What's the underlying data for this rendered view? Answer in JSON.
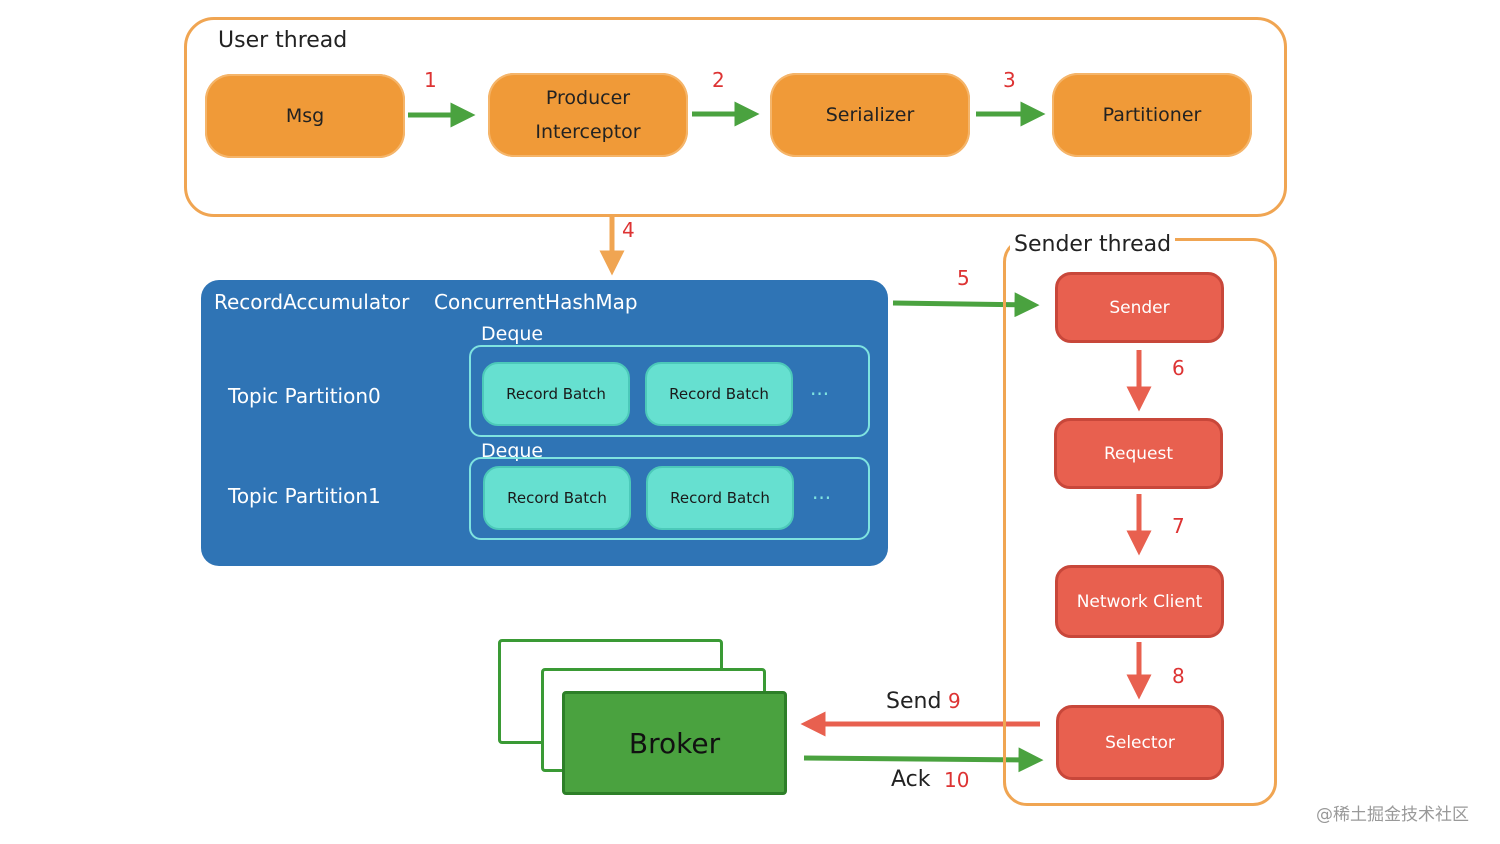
{
  "user_thread": {
    "title": "User thread",
    "boxes": [
      "Msg",
      "Producer",
      "Interceptor",
      "Serializer",
      "Partitioner"
    ]
  },
  "accumulator": {
    "title": "RecordAccumulator",
    "map_label": "ConcurrentHashMap",
    "deque_label": "Deque",
    "partition0": "Topic Partition0",
    "partition1": "Topic Partition1",
    "record_batch": "Record Batch",
    "ellipsis": "···"
  },
  "sender_thread": {
    "title": "Sender thread",
    "boxes": [
      "Sender",
      "Request",
      "Network Client",
      "Selector"
    ]
  },
  "broker": {
    "label": "Broker"
  },
  "edges": {
    "send_label": "Send",
    "ack_label": "Ack",
    "steps": [
      "1",
      "2",
      "3",
      "4",
      "5",
      "6",
      "7",
      "8",
      "9",
      "10"
    ]
  },
  "colors": {
    "orange_fill": "#f09a38",
    "frame_orange": "#f0a552",
    "green_arrow": "#4aa23f",
    "red_arrow": "#e8604f",
    "accumulator_blue": "#2f74b5",
    "record_batch_teal": "#66e0d0",
    "broker_green": "#4aa23f"
  },
  "watermark": "@稀土掘金技术社区"
}
